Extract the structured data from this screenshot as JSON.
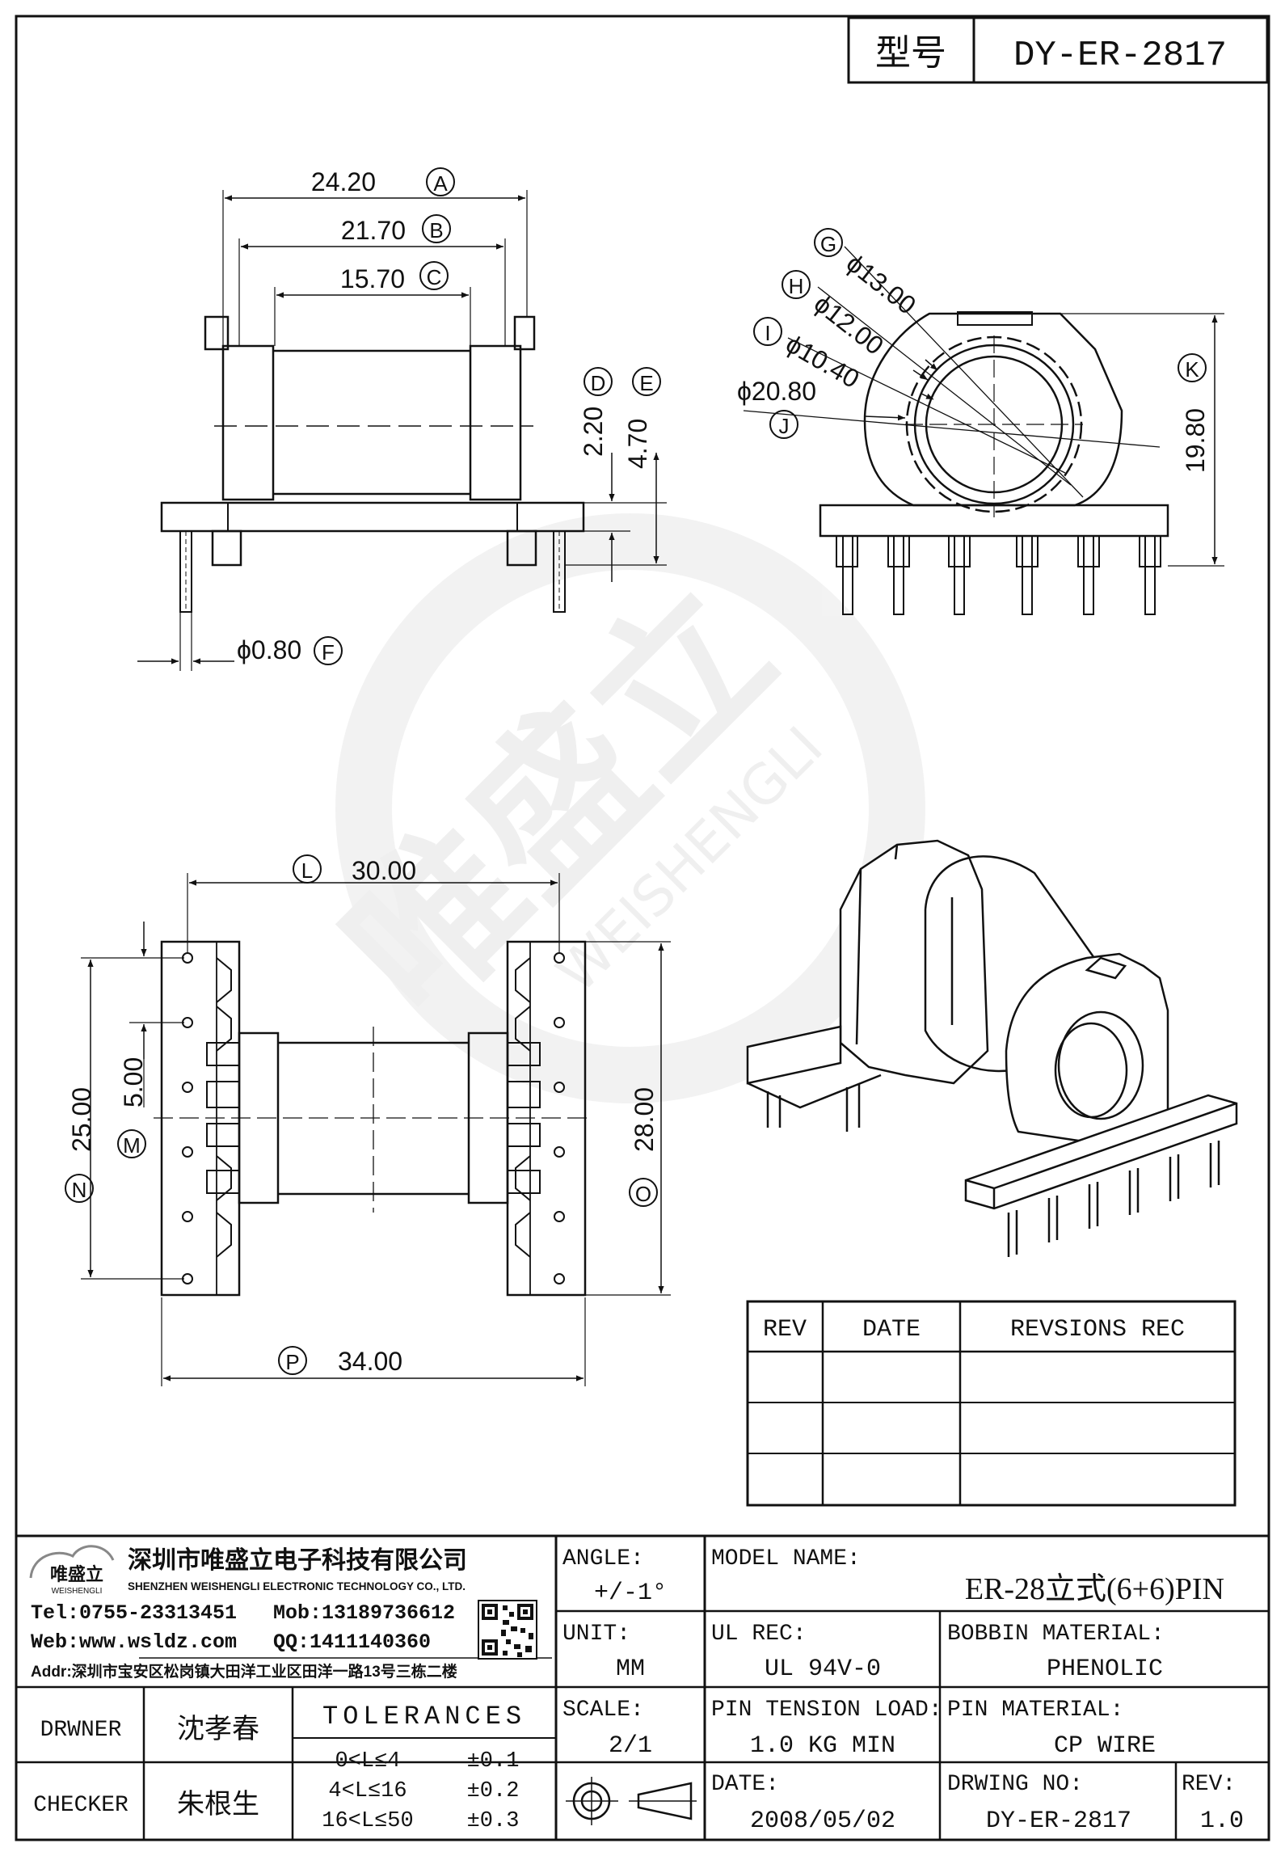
{
  "header": {
    "label_model": "型号",
    "model_code": "DY-ER-2817"
  },
  "watermark": {
    "logo_text": "唯盛立",
    "sub_text": "WEISHENGLI"
  },
  "side_view": {
    "dim_a": "24.20",
    "tag_a": "A",
    "dim_b": "21.70",
    "tag_b": "B",
    "dim_c": "15.70",
    "tag_c": "C",
    "dim_d": "2.20",
    "tag_d": "D",
    "dim_e": "4.70",
    "tag_e": "E",
    "dim_f": "ϕ0.80",
    "tag_f": "F"
  },
  "end_view": {
    "dim_g": "ϕ13.00",
    "tag_g": "G",
    "dim_h": "ϕ12.00",
    "tag_h": "H",
    "dim_i": "ϕ10.40",
    "tag_i": "I",
    "dim_j": "ϕ20.80",
    "tag_j": "J",
    "dim_k": "19.80",
    "tag_k": "K"
  },
  "bottom_view": {
    "dim_l": "30.00",
    "tag_l": "L",
    "dim_m": "5.00",
    "tag_m": "M",
    "dim_n": "25.00",
    "tag_n": "N",
    "dim_o": "28.00",
    "tag_o": "O",
    "dim_p": "34.00",
    "tag_p": "P"
  },
  "revisions": {
    "headers": [
      "REV",
      "DATE",
      "REVSIONS REC"
    ],
    "rows": [
      [
        "",
        "",
        ""
      ],
      [
        "",
        "",
        ""
      ],
      [
        "",
        "",
        ""
      ]
    ]
  },
  "title_block": {
    "logo_text": "唯盛立",
    "logo_sub": "WEISHENGLI",
    "company_cn": "深圳市唯盛立电子科技有限公司",
    "company_en": "SHENZHEN WEISHENGLI ELECTRONIC TECHNOLOGY CO., LTD.",
    "tel": "Tel:0755-23313451",
    "mob": "Mob:13189736612",
    "web": "Web:www.wsldz.com",
    "qq": "QQ:1411140360",
    "addr": "Addr:深圳市宝安区松岗镇大田洋工业区田洋一路13号三栋二楼",
    "angle_label": "ANGLE:",
    "angle_value": "+/-1°",
    "model_name_label": "MODEL NAME:",
    "model_name_value": "ER-28立式(6+6)PIN",
    "unit_label": "UNIT:",
    "unit_value": "MM",
    "ul_label": "UL REC:",
    "ul_value": "UL 94V-0",
    "bobbin_label": "BOBBIN MATERIAL:",
    "bobbin_value": "PHENOLIC",
    "drawner_label": "DRWNER",
    "drawner_value": "沈孝春",
    "tolerances_label": "TOLERANCES",
    "tol_1_range": "0<L≤4",
    "tol_1_value": "±0.1",
    "tol_2_range": "4<L≤16",
    "tol_2_value": "±0.2",
    "tol_3_range": "16<L≤50",
    "tol_3_value": "±0.3",
    "scale_label": "SCALE:",
    "scale_value": "2/1",
    "tension_label": "PIN TENSION LOAD:",
    "tension_value": "1.0 KG MIN",
    "pin_material_label": "PIN MATERIAL:",
    "pin_material_value": "CP WIRE",
    "checker_label": "CHECKER",
    "checker_value": "朱根生",
    "date_label": "DATE:",
    "date_value": "2008/05/02",
    "drawing_no_label": "DRWING NO:",
    "drawing_no_value": "DY-ER-2817",
    "rev_label": "REV:",
    "rev_value": "1.0"
  }
}
